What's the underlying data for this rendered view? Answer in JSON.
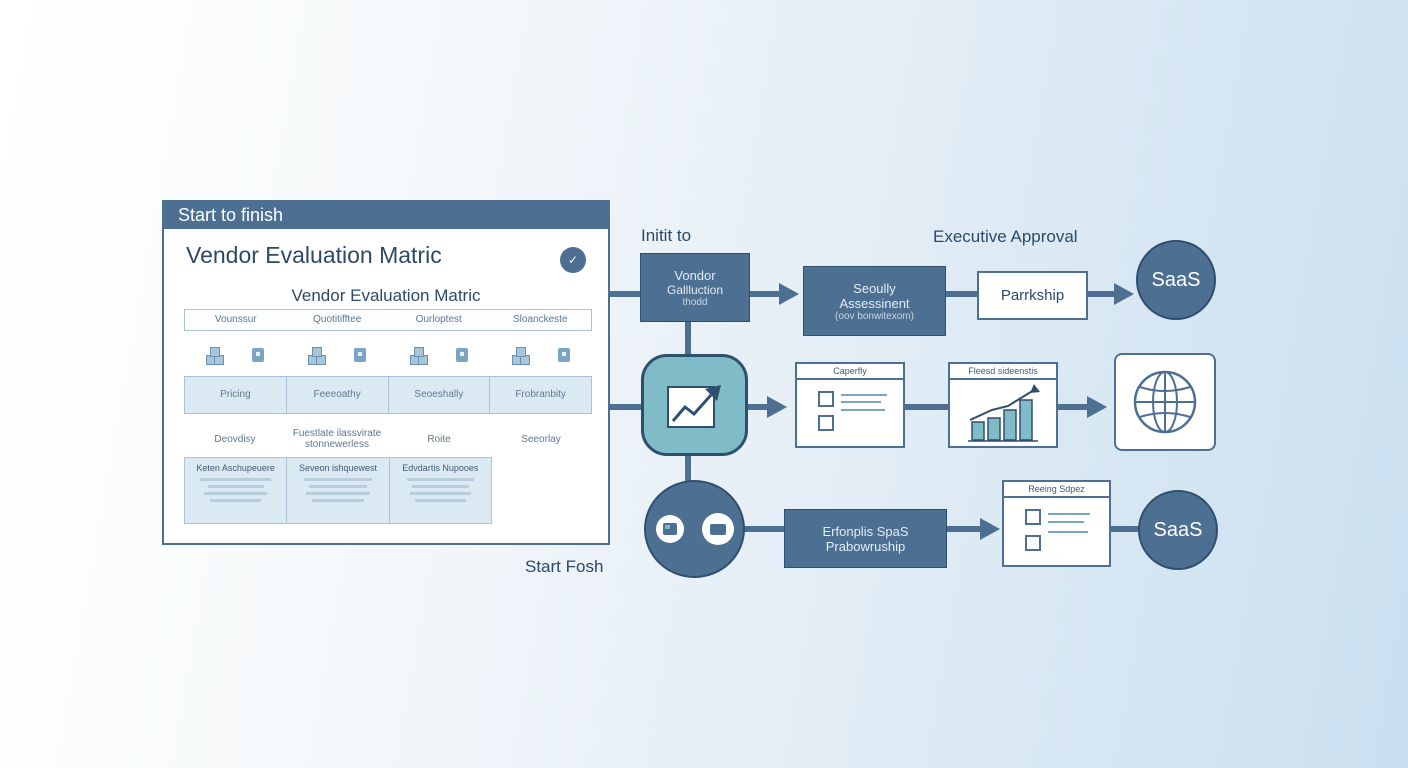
{
  "matrix": {
    "header": "Start to finish",
    "title": "Vendor Evaluation Matric",
    "subtitle": "Vendor Evaluation Matric",
    "columns": [
      "Vounssur",
      "Quotitifftee",
      "Ourloptest",
      "Sloanckeste"
    ],
    "criteria": [
      "Pricing",
      "Feeeoathy",
      "Seoeshally",
      "Frobranbity"
    ],
    "misc": [
      "Deovdisy",
      "Fuestlate ilassvirate stonnewerless",
      "Roite",
      "Seeorlay"
    ],
    "vendors": [
      "Keten Aschupeuere",
      "Seveon ishquewest",
      "Edvdartis Nupooes"
    ]
  },
  "labels": {
    "init": "Initit to",
    "executive": "Executive Approval",
    "start_fosh": "Start Fosh"
  },
  "flow": {
    "vendor_box": {
      "line1": "Vondor",
      "line2": "Gallluction",
      "line3": "thodd"
    },
    "security_box": {
      "line1": "Seoully",
      "line2": "Assessinent",
      "line3": "(oov bonwitexom)"
    },
    "partnership": "Parrkship",
    "saas_top": "SaaS",
    "panel_capability": "Caperfly",
    "panel_chart": "Fleesd sideenstis",
    "enterprise_box": {
      "line1": "Erfonplis SpaS",
      "line2": "Prabowruship"
    },
    "panel_bottom": "Reeing Sdpez",
    "saas_bottom": "SaaS"
  },
  "icons": {
    "check": "check-icon",
    "trend": "trend-up-icon",
    "globe": "globe-icon",
    "checklist": "checklist-icon",
    "bar_chart": "bar-chart-icon"
  },
  "colors": {
    "primary": "#4d6f92",
    "teal": "#7fbcc7",
    "light": "#dbe9f3"
  }
}
